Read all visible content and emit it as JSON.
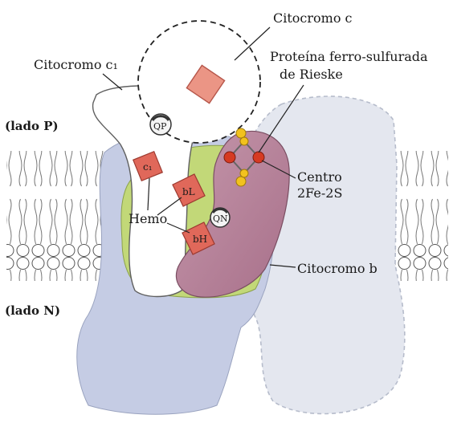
{
  "labels": {
    "cytochrome_c": "Citocromo c",
    "cytochrome_c1": "Citocromo c₁",
    "rieske_line1": "Proteína ferro-sulfurada",
    "rieske_line2": "de Rieske",
    "p_side": "(lado P)",
    "n_side": "(lado N)",
    "center_line1": "Centro",
    "center_line2": "2Fe-2S",
    "heme": "Hemo",
    "cytochrome_b": "Citocromo b"
  },
  "markers": {
    "qp": "QP",
    "qn": "QN",
    "c1": "c₁",
    "bl": "bL",
    "bh": "bH"
  },
  "colors": {
    "complex_body": "#c5cce4",
    "complex_body_right": "#e2e6ee",
    "cytochrome_c1": "#ffffff",
    "cytochrome_b": "#c2d878",
    "rieske": "#b9809a",
    "heme": "#e0685a",
    "iron_sulfur_red": "#d63a22",
    "iron_sulfur_yellow": "#f2c21e"
  }
}
